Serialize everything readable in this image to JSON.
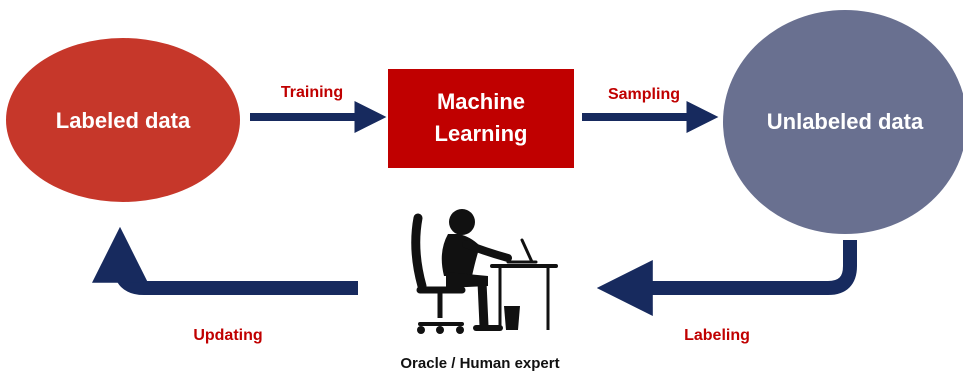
{
  "colors": {
    "labeled_node": "#c6372a",
    "ml_box": "#c00000",
    "unlabeled_node": "#697090",
    "arrow": "#172a5e",
    "edge_label": "#c00000",
    "silhouette": "#111111"
  },
  "nodes": {
    "labeled": {
      "label": "Labeled data"
    },
    "ml": {
      "line1": "Machine",
      "line2": "Learning"
    },
    "unlabeled": {
      "label": "Unlabeled data"
    }
  },
  "edges": {
    "training": "Training",
    "sampling": "Sampling",
    "labeling": "Labeling",
    "updating": "Updating"
  },
  "oracle": {
    "caption": "Oracle / Human expert",
    "icon": "person-at-desk-silhouette"
  }
}
